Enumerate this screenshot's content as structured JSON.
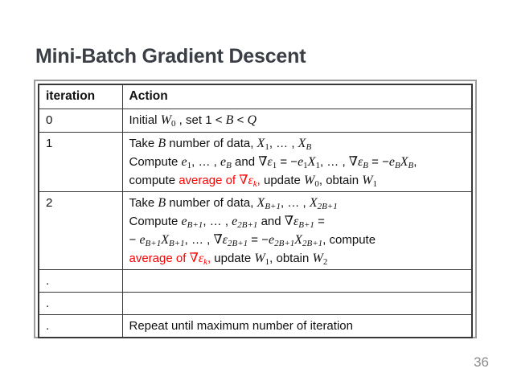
{
  "slide": {
    "title": "Mini-Batch Gradient Descent",
    "page_number": "36"
  },
  "colors": {
    "title": "#3a3e45",
    "text": "#111111",
    "red": "#ff0000",
    "frame_border": "#9c9c9c",
    "table_border": "#383838",
    "page_number": "#8c8c8c"
  },
  "table": {
    "headers": [
      "iteration",
      "Action"
    ],
    "rows": [
      {
        "iteration": "0",
        "action_lines": [
          [
            {
              "t": "Initial ",
              "s": "n"
            },
            {
              "t": "W",
              "s": "i"
            },
            {
              "t": "0",
              "s": "subn"
            },
            {
              "t": " , set 1 < ",
              "s": "n"
            },
            {
              "t": "B",
              "s": "i"
            },
            {
              "t": " < ",
              "s": "n"
            },
            {
              "t": "Q",
              "s": "i"
            }
          ]
        ]
      },
      {
        "iteration": "1",
        "action_lines": [
          [
            {
              "t": "Take ",
              "s": "n"
            },
            {
              "t": "B",
              "s": "i"
            },
            {
              "t": " number of data, ",
              "s": "n"
            },
            {
              "t": "X",
              "s": "i"
            },
            {
              "t": "1",
              "s": "subn"
            },
            {
              "t": ", … , ",
              "s": "n"
            },
            {
              "t": "X",
              "s": "i"
            },
            {
              "t": "B",
              "s": "sub"
            }
          ],
          [
            {
              "t": "Compute ",
              "s": "n"
            },
            {
              "t": "e",
              "s": "i"
            },
            {
              "t": "1",
              "s": "subn"
            },
            {
              "t": ", … , ",
              "s": "n"
            },
            {
              "t": "e",
              "s": "i"
            },
            {
              "t": "B",
              "s": "sub"
            },
            {
              "t": " and ",
              "s": "n"
            },
            {
              "t": "∇̃",
              "s": "i"
            },
            {
              "t": "ε",
              "s": "i"
            },
            {
              "t": "1",
              "s": "subn"
            },
            {
              "t": " = −",
              "s": "n"
            },
            {
              "t": "e",
              "s": "i"
            },
            {
              "t": "1",
              "s": "subn"
            },
            {
              "t": "X",
              "s": "i"
            },
            {
              "t": "1",
              "s": "subn"
            },
            {
              "t": ", … , ",
              "s": "n"
            },
            {
              "t": "∇̃",
              "s": "i"
            },
            {
              "t": "ε",
              "s": "i"
            },
            {
              "t": "B",
              "s": "sub"
            },
            {
              "t": " = −",
              "s": "n"
            },
            {
              "t": "e",
              "s": "i"
            },
            {
              "t": "B",
              "s": "sub"
            },
            {
              "t": "X",
              "s": "i"
            },
            {
              "t": "B",
              "s": "sub"
            },
            {
              "t": ",",
              "s": "n"
            }
          ],
          [
            {
              "t": "compute ",
              "s": "n"
            },
            {
              "t": "average of ",
              "s": "r"
            },
            {
              "t": "∇̃",
              "s": "ri"
            },
            {
              "t": "ε",
              "s": "ri"
            },
            {
              "t": "k",
              "s": "rsub"
            },
            {
              "t": ",",
              "s": "r"
            },
            {
              "t": " update ",
              "s": "n"
            },
            {
              "t": "W",
              "s": "i"
            },
            {
              "t": "0",
              "s": "subn"
            },
            {
              "t": ", obtain ",
              "s": "n"
            },
            {
              "t": "W",
              "s": "i"
            },
            {
              "t": "1",
              "s": "subn"
            }
          ]
        ]
      },
      {
        "iteration": "2",
        "action_lines": [
          [
            {
              "t": "Take ",
              "s": "n"
            },
            {
              "t": "B",
              "s": "i"
            },
            {
              "t": " number of data, ",
              "s": "n"
            },
            {
              "t": "X",
              "s": "i"
            },
            {
              "t": "B+1",
              "s": "sub"
            },
            {
              "t": ", … , ",
              "s": "n"
            },
            {
              "t": "X",
              "s": "i"
            },
            {
              "t": "2B+1",
              "s": "sub"
            }
          ],
          [
            {
              "t": "Compute ",
              "s": "n"
            },
            {
              "t": "e",
              "s": "i"
            },
            {
              "t": "B+1",
              "s": "sub"
            },
            {
              "t": ", … , ",
              "s": "n"
            },
            {
              "t": "e",
              "s": "i"
            },
            {
              "t": "2B+1",
              "s": "sub"
            },
            {
              "t": " and ",
              "s": "n"
            },
            {
              "t": "∇̃",
              "s": "i"
            },
            {
              "t": "ε",
              "s": "i"
            },
            {
              "t": "B+1",
              "s": "sub"
            },
            {
              "t": " =",
              "s": "n"
            }
          ],
          [
            {
              "t": "− ",
              "s": "n"
            },
            {
              "t": "e",
              "s": "i"
            },
            {
              "t": "B+1",
              "s": "sub"
            },
            {
              "t": "X",
              "s": "i"
            },
            {
              "t": "B+1",
              "s": "sub"
            },
            {
              "t": ", … , ",
              "s": "n"
            },
            {
              "t": "∇̃",
              "s": "i"
            },
            {
              "t": "ε",
              "s": "i"
            },
            {
              "t": "2B+1",
              "s": "sub"
            },
            {
              "t": " = −",
              "s": "n"
            },
            {
              "t": "e",
              "s": "i"
            },
            {
              "t": "2B+1",
              "s": "sub"
            },
            {
              "t": "X",
              "s": "i"
            },
            {
              "t": "2B+1",
              "s": "sub"
            },
            {
              "t": ", compute",
              "s": "n"
            }
          ],
          [
            {
              "t": "average of ",
              "s": "r"
            },
            {
              "t": "∇̃",
              "s": "ri"
            },
            {
              "t": "ε",
              "s": "ri"
            },
            {
              "t": "k",
              "s": "rsub"
            },
            {
              "t": ",",
              "s": "r"
            },
            {
              "t": " update ",
              "s": "n"
            },
            {
              "t": "W",
              "s": "i"
            },
            {
              "t": "1",
              "s": "subn"
            },
            {
              "t": ", obtain ",
              "s": "n"
            },
            {
              "t": "W",
              "s": "i"
            },
            {
              "t": "2",
              "s": "subn"
            }
          ]
        ]
      },
      {
        "iteration": ".",
        "action_lines": []
      },
      {
        "iteration": ".",
        "action_lines": []
      },
      {
        "iteration": ".",
        "action_lines": [
          [
            {
              "t": "Repeat until maximum number of iteration",
              "s": "n"
            }
          ]
        ]
      }
    ]
  }
}
